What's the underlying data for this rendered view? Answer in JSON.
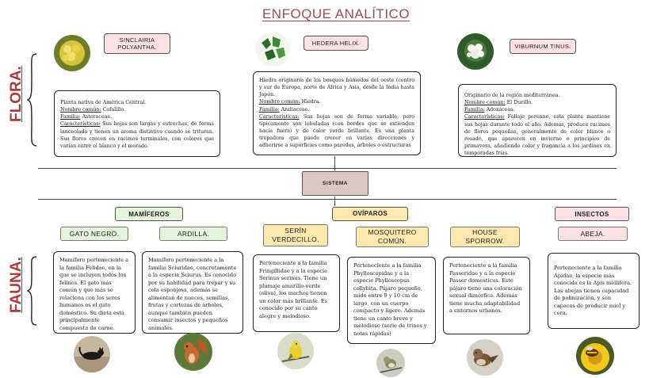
{
  "title": "ENFOQUE ANALÍTICO",
  "side_labels": {
    "flora": "FLORA.",
    "fauna": "FAUNA."
  },
  "system_label": "SISTEMA",
  "flora": [
    {
      "name": "SINCLAIRIA POLYANTHA.",
      "intro": "Planta nativa de América Central.",
      "common_label": "Nombre común:",
      "common_value": " Cofalillo.",
      "family_label": "Familia:",
      "family_value": " Asteraceae.",
      "features_label": "Características:",
      "features_value": " Sus hojas son largas y estrechas, de forma lanceolada y tienen un aroma distintivo cuando se trituran. Sus flores crecen en racimos terminales, con colores que varían entre el blanco y el morado."
    },
    {
      "name": "HEDERA HELIX.",
      "intro": "Hiedra originaria de los bosques húmedos del oeste (centro y sur de Europa, norte de África y Asia, desde la India hasta Japón.",
      "common_label": "Nombre común:",
      "common_value": " Hiedra.",
      "family_label": "Familia:",
      "family_value": " Araliaceae.",
      "features_label": "Características:",
      "features_value": " Sus hojas son de forma variable, pero típicamente son lobuladas (con bordes que se extienden hacia fuera) y de color verde brillante. Es una planta trepadora que puede crecer en varias direcciones y adherirse a superficies como paredes, árboles o estructuras"
    },
    {
      "name": "VIBURNUM TINUS.",
      "intro": "Originario de la región mediterránea.",
      "common_label": "Nombre común:",
      "common_value": " El Durillo.",
      "family_label": "Familia:",
      "family_value": " Adoxáceas.",
      "features_label": "Características:",
      "features_value": " Follaje perenne, esta planta mantiene sus hojas durante todo el año. Además, produce racimos de flores pequeñas, generalmente de color blanco o rosado, que aparecen en invierno o principios de primavera, añadiendo color y fragancia a los jardines en temporadas frías."
    }
  ],
  "categories": {
    "mamiferos": "MAMÍFEROS",
    "oviparos": "OVÍPAROS",
    "insectos": "INSECTOS"
  },
  "fauna": [
    {
      "name": "GATO NEGRO.",
      "desc": "Mamífero perteneciente a la familia Felidae, en la que se incluyen todos los felinos. El gato más común y que más se relaciona con los seres humanos es el gato doméstico. Su dieta está principalmente compuesta de carne."
    },
    {
      "name": "ARDILLA.",
      "desc": "Mamífero perteneciente a la familia Sciuridae, concretamente a la especie Sciurus. Es conocido por su habilidad para trepar y su cola esponjosa, además se alimentan de nueces, semillas, frutas y cortezas de árboles, aunque también pueden consumir insectos y pequeños animales."
    },
    {
      "name": "SERÍN VERDECILLO.",
      "desc": "Perteneciente a la familia Fringillidae y a la especie Serinus serinus. Tiene un plumaje amarillo-verde (oliva), los machos tienen un color más brillante. Es conocido por su canto alegre y melodioso."
    },
    {
      "name": "MOSQUITERO COMÚN.",
      "desc": "Perteneciente a la familia Phylloscopidae y a la especie Phylloscopus collybita. Pájaro pequeño, mide entre 9 y 10 cm de largo, con un cuerpo compacto y ligero. Además tiene un canto breve y melodioso (serie de trinos y notas rápidas)"
    },
    {
      "name": "HOUSE SPORROW.",
      "desc": "Perteneciente a la familia Passeridae y a la especie Passer domesticus. Este pájaro tiene una coloración sexual dimórfica. Además tiene mucha adaptabilidad a entornos urbanos."
    },
    {
      "name": "ABEJA.",
      "desc": "Perteneciente a la familia Apidae, la especie más conocida es la Apis mellifera. Las abejas tienen capacidad de polinización, y son capaces de producir miel y cera."
    }
  ],
  "icons": {
    "flora": [
      "yellow-flower-cluster-icon",
      "ivy-leaves-icon",
      "white-flower-cluster-icon"
    ],
    "fauna": [
      "black-cat-icon",
      "squirrel-icon",
      "serin-bird-icon",
      "chiffchaff-bird-icon",
      "sparrow-bird-icon",
      "bee-on-flower-icon"
    ]
  },
  "colors": {
    "title": "#a24a4a",
    "side_label": "#b03a3a",
    "pink": "#fbe0e4",
    "green": "#e4f5dc",
    "yellow": "#fde9b0",
    "system": "#dcc8c2"
  }
}
